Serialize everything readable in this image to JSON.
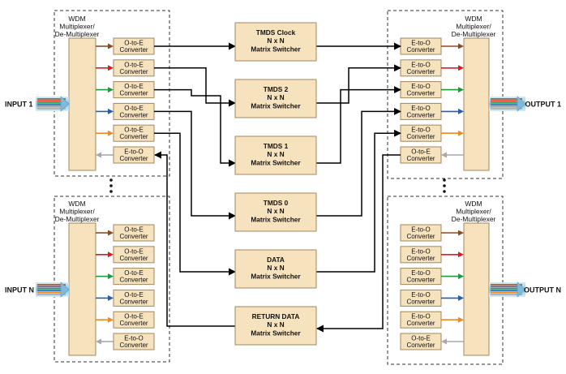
{
  "colors": {
    "panel_fill": "#f6e2bd",
    "panel_stroke": "#a08760",
    "wire": "#000000",
    "channels": [
      "#8a4a1e",
      "#e01b1b",
      "#1f9a3a",
      "#1f5fb8",
      "#f08a1e",
      "#a8a8a8"
    ]
  },
  "inputs": [
    {
      "label": "INPUT 1",
      "wdm": [
        "WDM",
        "Multiplexer/",
        "De-Multiplexer"
      ],
      "converters": [
        [
          "O-to-E",
          "Converter"
        ],
        [
          "O-to-E",
          "Converter"
        ],
        [
          "O-to-E",
          "Converter"
        ],
        [
          "O-to-E",
          "Converter"
        ],
        [
          "O-to-E",
          "Converter"
        ],
        [
          "E-to-O",
          "Converter"
        ]
      ]
    },
    {
      "label": "INPUT N",
      "wdm": [
        "WDM",
        "Multiplexer/",
        "De-Multiplexer"
      ],
      "converters": [
        [
          "O-to-E",
          "Converter"
        ],
        [
          "O-to-E",
          "Converter"
        ],
        [
          "O-to-E",
          "Converter"
        ],
        [
          "O-to-E",
          "Converter"
        ],
        [
          "O-to-E",
          "Converter"
        ],
        [
          "E-to-O",
          "Converter"
        ]
      ]
    }
  ],
  "outputs": [
    {
      "label": "OUTPUT 1",
      "wdm": [
        "WDM",
        "Multiplexer/",
        "De-Multiplexer"
      ],
      "converters": [
        [
          "E-to-O",
          "Converter"
        ],
        [
          "E-to-O",
          "Converter"
        ],
        [
          "E-to-O",
          "Converter"
        ],
        [
          "E-to-O",
          "Converter"
        ],
        [
          "E-to-O",
          "Converter"
        ],
        [
          "O-to-E",
          "Converter"
        ]
      ]
    },
    {
      "label": "OUTPUT N",
      "wdm": [
        "WDM",
        "Multiplexer/",
        "De-Multiplexer"
      ],
      "converters": [
        [
          "E-to-O",
          "Converter"
        ],
        [
          "E-to-O",
          "Converter"
        ],
        [
          "E-to-O",
          "Converter"
        ],
        [
          "E-to-O",
          "Converter"
        ],
        [
          "E-to-O",
          "Converter"
        ],
        [
          "O-to-E",
          "Converter"
        ]
      ]
    }
  ],
  "switchers": [
    [
      "TMDS Clock",
      "N x N",
      "Matrix Switcher"
    ],
    [
      "TMDS 2",
      "N x N",
      "Matrix Switcher"
    ],
    [
      "TMDS 1",
      "N x N",
      "Matrix Switcher"
    ],
    [
      "TMDS 0",
      "N x N",
      "Matrix Switcher"
    ],
    [
      "DATA",
      "N x N",
      "Matrix Switcher"
    ],
    [
      "RETURN DATA",
      "N x N",
      "Matrix Switcher"
    ]
  ]
}
